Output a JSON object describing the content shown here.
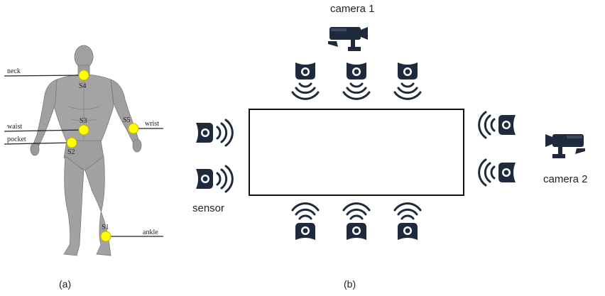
{
  "panel_a": {
    "caption": "(a)",
    "labels": {
      "neck": "neck",
      "waist": "waist",
      "pocket": "pocket",
      "wrist": "wrist",
      "ankle": "ankle"
    },
    "sensors": {
      "s1": "S1",
      "s2": "S2",
      "s3": "S3",
      "s4": "S4",
      "s5": "S5"
    },
    "marker_color": "#ffff00"
  },
  "panel_b": {
    "caption": "(b)",
    "camera1": "camera 1",
    "camera2": "camera 2",
    "sensor_label": "sensor",
    "icon_color": "#1f2a3c"
  }
}
